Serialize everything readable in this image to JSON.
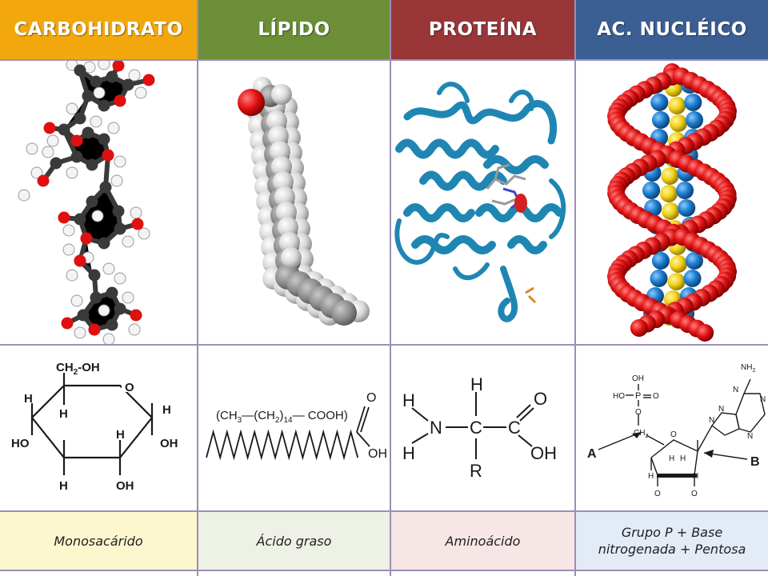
{
  "columns": [
    {
      "header": "CARBOHIDRATO",
      "header_color": "#f2a80d",
      "footer": "Monosacárido",
      "footer_bg": "#fdf7d0"
    },
    {
      "header": "LÍPIDO",
      "header_color": "#6b8e37",
      "footer": "Ácido graso",
      "footer_bg": "#eef1e6"
    },
    {
      "header": "PROTEÍNA",
      "header_color": "#983638",
      "footer": "Aminoácido",
      "footer_bg": "#f6e6e6"
    },
    {
      "header": "AC. NUCLÉICO",
      "header_color": "#3b5f93",
      "footer_line1": "Grupo P + Base",
      "footer_line2": "nitrogenada + Pentosa",
      "footer_bg": "#e3ebf6"
    }
  ],
  "glucose": {
    "ch2oh": "CH",
    "ch2oh_sub": "2",
    "ch2oh_tail": "-OH",
    "ring_o": "O",
    "h": "H",
    "ho": "HO",
    "oh": "OH"
  },
  "fatty_acid": {
    "formula_a": "(CH",
    "formula_a_sub": "3",
    "formula_b": "—(CH",
    "formula_b_sub": "2",
    "formula_c": ")",
    "formula_c_sub": "14",
    "formula_d": "— COOH)",
    "o": "O",
    "oh": "OH"
  },
  "amino_acid": {
    "h": "H",
    "n": "N",
    "c": "C",
    "r": "R",
    "o": "O",
    "oh": "OH"
  },
  "nucleotide": {
    "nh": "NH",
    "nh_sub": "2",
    "n": "N",
    "oh": "OH",
    "ho": "HO",
    "p": "P",
    "o": "O",
    "ch": "CH",
    "ch_sub": "2",
    "h": "H",
    "label_a": "A",
    "label_b": "B"
  },
  "colors": {
    "carbon": "#3a3a3a",
    "oxygen": "#e01010",
    "hydrogen": "#f4f4f4",
    "protein": "#1f86b3",
    "dna_backbone": "#e01414",
    "dna_blue": "#1c7fd0",
    "dna_yellow": "#f2d21b",
    "grid_line": "#9a8fb4"
  }
}
